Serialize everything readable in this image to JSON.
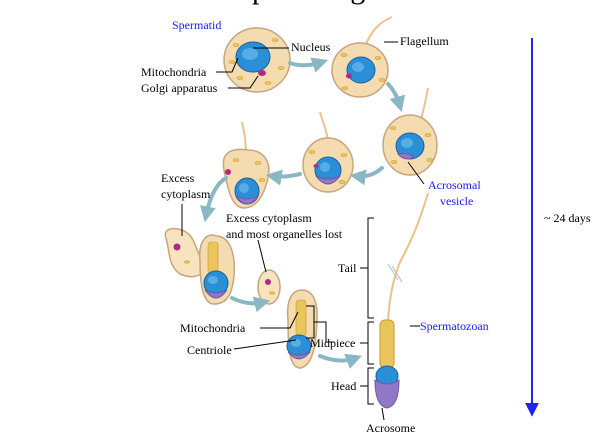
{
  "title_fragment": "permatog",
  "labels": {
    "spermatid": "Spermatid",
    "nucleus": "Nucleus",
    "flagellum": "Flagellum",
    "mitochondria_top": "Mitochondria",
    "golgi": "Golgi apparatus",
    "excess_cytoplasm_1": "Excess",
    "excess_cytoplasm_2": "cytoplasm",
    "excess_lost_1": "Excess cytoplasm",
    "excess_lost_2": "and most organelles lost",
    "acrosomal_1": "Acrosomal",
    "acrosomal_2": "vesicle",
    "duration": "~ 24 days",
    "tail": "Tail",
    "spermatozoan": "Spermatozoan",
    "mitochondria_bottom": "Mitochondria",
    "centriole": "Centriole",
    "midpiece": "Midpiece",
    "head": "Head",
    "acrosome": "Acrosome"
  },
  "colors": {
    "label_blue": "#1a1aff",
    "arrow_blue": "#2222ee",
    "flow_arrow": "#8ab7c4",
    "nucleus": "#2a8fd6",
    "cytoplasm": "#f4dcb0",
    "golgi": "#b02888",
    "mitochondria": "#e9c55c",
    "acrosome": "#9277c7"
  }
}
